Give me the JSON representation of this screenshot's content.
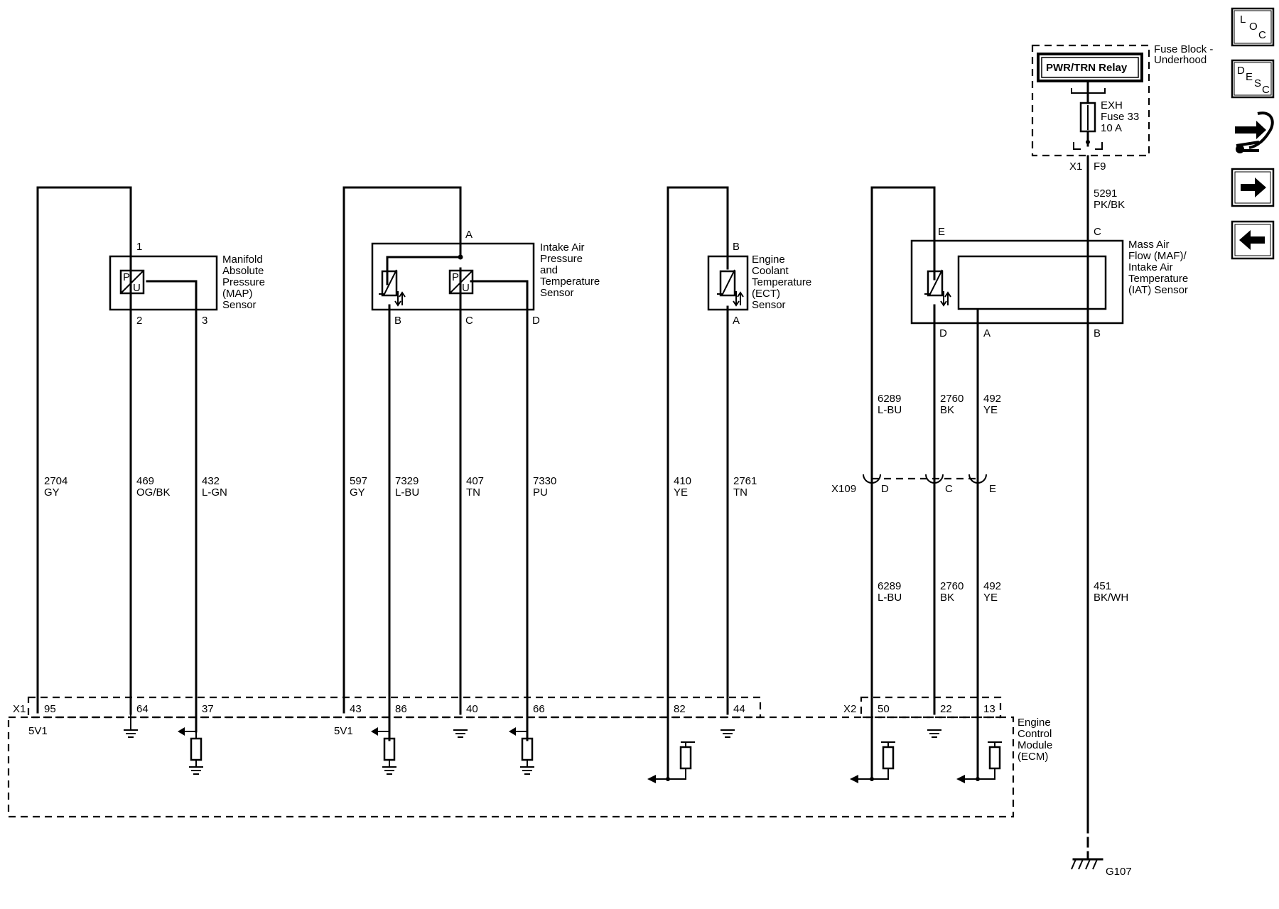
{
  "nav": {
    "loc": {
      "l1": "L",
      "l2": "O",
      "l3": "C"
    },
    "desc": {
      "l1": "D",
      "l2": "E",
      "l3": "S",
      "l4": "C"
    }
  },
  "fuse_block": {
    "title_1": "Fuse Block -",
    "title_2": "Underhood",
    "relay": "PWR/TRN Relay",
    "fuse_1": "EXH",
    "fuse_2": "Fuse 33",
    "fuse_3": "10 A",
    "connector": "X1",
    "pin": "F9"
  },
  "map_sensor": {
    "name": [
      "Manifold",
      "Absolute",
      "Pressure",
      "(MAP)",
      "Sensor"
    ],
    "pins": [
      "1",
      "2",
      "3"
    ]
  },
  "iat_sensor": {
    "name": [
      "Intake Air",
      "Pressure",
      "and",
      "Temperature",
      "Sensor"
    ],
    "pins": [
      "A",
      "B",
      "C",
      "D"
    ]
  },
  "ect_sensor": {
    "name": [
      "Engine",
      "Coolant",
      "Temperature",
      "(ECT)",
      "Sensor"
    ],
    "pins": [
      "B",
      "A"
    ]
  },
  "maf_sensor": {
    "name": [
      "Mass Air",
      "Flow (MAF)/",
      "Intake Air",
      "Temperature",
      "(IAT) Sensor"
    ],
    "pins": [
      "E",
      "C",
      "D",
      "A",
      "B"
    ]
  },
  "wires": [
    {
      "circuit": "2704",
      "color": "GY"
    },
    {
      "circuit": "469",
      "color": "OG/BK"
    },
    {
      "circuit": "432",
      "color": "L-GN"
    },
    {
      "circuit": "597",
      "color": "GY"
    },
    {
      "circuit": "7329",
      "color": "L-BU"
    },
    {
      "circuit": "407",
      "color": "TN"
    },
    {
      "circuit": "7330",
      "color": "PU"
    },
    {
      "circuit": "410",
      "color": "YE"
    },
    {
      "circuit": "2761",
      "color": "TN"
    },
    {
      "circuit": "5291",
      "color": "PK/BK"
    },
    {
      "circuit": "451",
      "color": "BK/WH"
    }
  ],
  "maf_wires_upper": [
    {
      "circuit": "6289",
      "color": "L-BU"
    },
    {
      "circuit": "2760",
      "color": "BK"
    },
    {
      "circuit": "492",
      "color": "YE"
    }
  ],
  "maf_wires_lower": [
    {
      "circuit": "6289",
      "color": "L-BU"
    },
    {
      "circuit": "2760",
      "color": "BK"
    },
    {
      "circuit": "492",
      "color": "YE"
    }
  ],
  "inline_connector": {
    "name": "X109",
    "pins": [
      "D",
      "C",
      "E"
    ]
  },
  "ecm": {
    "name": [
      "Engine",
      "Control",
      "Module",
      "(ECM)"
    ],
    "x1": "X1",
    "x2": "X2",
    "x1_pins": [
      "95",
      "64",
      "37",
      "43",
      "86",
      "40",
      "66",
      "82",
      "44"
    ],
    "x2_pins": [
      "50",
      "22",
      "13"
    ],
    "ref_1": "5V1",
    "ref_2": "5V1"
  },
  "ground": "G107"
}
